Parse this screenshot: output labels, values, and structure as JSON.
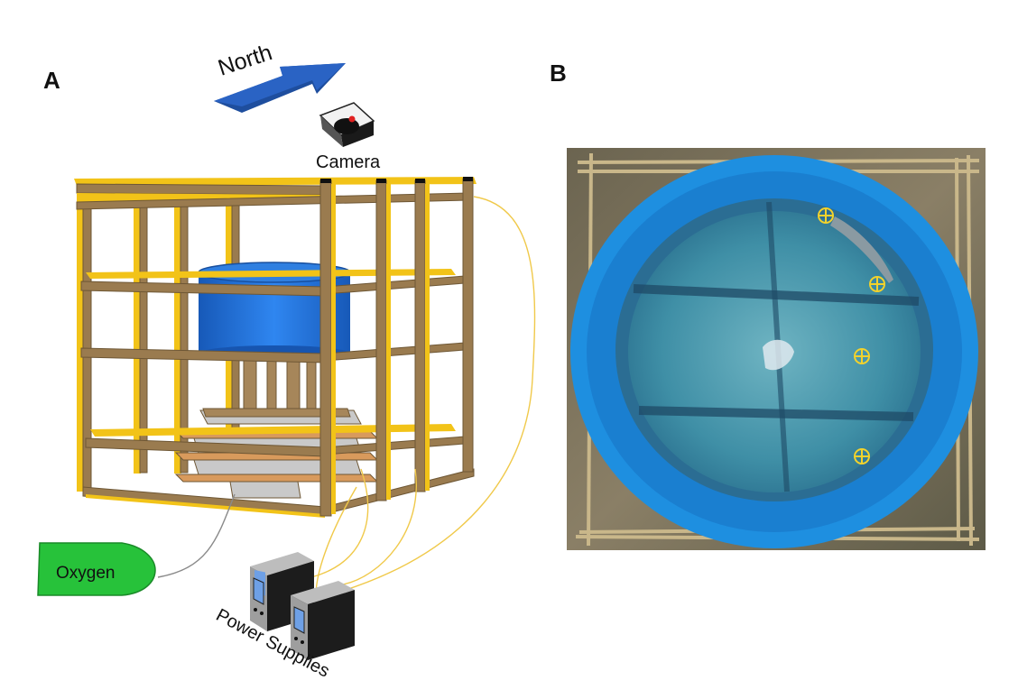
{
  "panels": {
    "a": {
      "letter": "A"
    },
    "b": {
      "letter": "B"
    }
  },
  "labels": {
    "north": "North",
    "camera": "Camera",
    "oxygen": "Oxygen",
    "power_supplies": "Power Supplies"
  },
  "colors": {
    "frame_wood": "#9a7b4f",
    "frame_yellow": "#f2c318",
    "tank_blue": "#1f6fd1",
    "arrow_blue": "#2a63c4",
    "oxygen_green": "#27c23a",
    "cable_yellow": "#f0c94a",
    "tracking_marker": "#f2d22c"
  },
  "tracking_markers_count": 4
}
